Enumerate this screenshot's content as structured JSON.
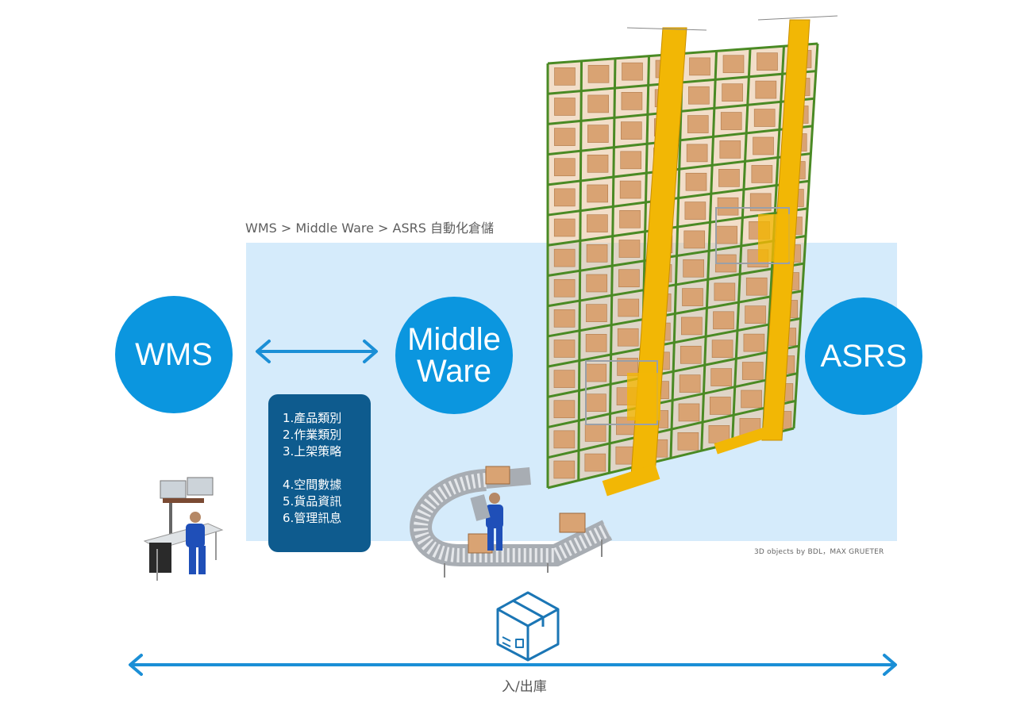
{
  "title": "WMS > Middle Ware > ASRS 自動化倉儲",
  "nodes": {
    "wms": "WMS",
    "middleware_line1": "Middle",
    "middleware_line2": "Ware",
    "asrs": "ASRS"
  },
  "middleware_functions": {
    "group1": [
      "1.產品類別",
      "2.作業類別",
      "3.上架策略"
    ],
    "group2": [
      "4.空間數據",
      "5.貨品資訊",
      "6.管理訊息"
    ]
  },
  "credit": "3D objects by BDL，MAX GRUETER",
  "io_label": "入/出庫",
  "colors": {
    "circle": "#0b96df",
    "panel": "#d5ebfb",
    "list_box": "#0e5b8e",
    "arrow": "#1b8fd6",
    "rack": "#4a8a24",
    "crane": "#f2b705",
    "carton": "#d9a373"
  },
  "icons": [
    "double-arrow-icon",
    "box-icon",
    "io-arrow-icon"
  ]
}
